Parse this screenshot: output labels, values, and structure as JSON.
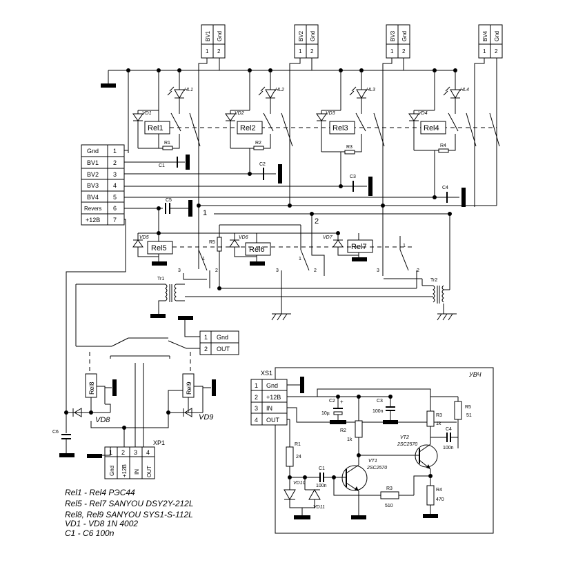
{
  "top_connectors": [
    {
      "name": "BV1",
      "gnd": "Gnd",
      "pin1": "1",
      "pin2": "2"
    },
    {
      "name": "BV2",
      "gnd": "Gnd",
      "pin1": "1",
      "pin2": "2"
    },
    {
      "name": "BV3",
      "gnd": "Gnd",
      "pin1": "1",
      "pin2": "2"
    },
    {
      "name": "BV4",
      "gnd": "Gnd",
      "pin1": "1",
      "pin2": "2"
    }
  ],
  "leds": [
    "HL1",
    "HL2",
    "HL3",
    "HL4"
  ],
  "relays_top": [
    {
      "relay": "Rel1",
      "diode": "VD1",
      "res": "R1",
      "cap": "C1"
    },
    {
      "relay": "Rel2",
      "diode": "VD2",
      "res": "R2",
      "cap": "C2"
    },
    {
      "relay": "Rel3",
      "diode": "VD3",
      "res": "R3",
      "cap": "C3"
    },
    {
      "relay": "Rel4",
      "diode": "VD4",
      "res": "R4",
      "cap": "C4"
    }
  ],
  "left_connector": [
    {
      "label": "Gnd",
      "pin": "1"
    },
    {
      "label": "BV1",
      "pin": "2"
    },
    {
      "label": "BV2",
      "pin": "3"
    },
    {
      "label": "BV3",
      "pin": "4"
    },
    {
      "label": "BV4",
      "pin": "5"
    },
    {
      "label": "Revers",
      "pin": "6"
    },
    {
      "label": "+12B",
      "pin": "7"
    }
  ],
  "mid": {
    "cap5": "C5",
    "node1": "1",
    "node2": "2",
    "res5": "R5",
    "relays": [
      {
        "relay": "Rel5",
        "diode": "VD5"
      },
      {
        "relay": "Rel6",
        "diode": "VD6"
      },
      {
        "relay": "Rel7",
        "diode": "VD7"
      }
    ],
    "contact_labels": [
      "1",
      "2",
      "3"
    ],
    "tr1": "Tr1",
    "tr2": "Tr2"
  },
  "out_connector": {
    "rows": [
      {
        "pin": "1",
        "label": "Gnd"
      },
      {
        "pin": "2",
        "label": "OUT"
      }
    ]
  },
  "lower": {
    "rel8": "Rel8",
    "rel9": "Rel9",
    "vd8": "VD8",
    "vd9": "VD9",
    "c6": "C6",
    "xp1": "XP1",
    "xp1_pins": [
      {
        "pin": "1",
        "label": "Gnd"
      },
      {
        "pin": "2",
        "label": "+12B"
      },
      {
        "pin": "3",
        "label": "IN"
      },
      {
        "pin": "4",
        "label": "OUT"
      }
    ]
  },
  "uhf": {
    "title": "УВЧ",
    "xs1": "XS1",
    "xs1_rows": [
      {
        "pin": "1",
        "label": "Gnd"
      },
      {
        "pin": "2",
        "label": "+12B"
      },
      {
        "pin": "3",
        "label": "IN"
      },
      {
        "pin": "4",
        "label": "OUT"
      }
    ],
    "c2": "C2",
    "c2_val": "10µ",
    "c2_plus": "+",
    "c3": "C3",
    "c3_val": "100n",
    "r2": "R2",
    "r2_val": "1k",
    "r3a": "R3",
    "r3a_val": "1k",
    "vt2": "VT2",
    "vt2_type": "2SC2570",
    "c4": "C4",
    "c4_val": "100n",
    "r5": "R5",
    "r5_val": "51",
    "r1": "R1",
    "r1_val": "24",
    "vt1": "VT1",
    "vt1_type": "2SC2570",
    "c1": "C1",
    "c1_val": "100n",
    "vd10": "VD10",
    "vd11": "VD11",
    "r3b": "R3",
    "r3b_val": "510",
    "r4": "R4",
    "r4_val": "470"
  },
  "legend": [
    "Rel1 - Rel4  РЭС44",
    "Rel5 - Rel7  SANYOU DSY2Y-212L",
    "Rel8, Rel9  SANYOU SYS1-S-112L",
    "VD1 - VD8  1N 4002",
    "C1 - C6  100n"
  ]
}
